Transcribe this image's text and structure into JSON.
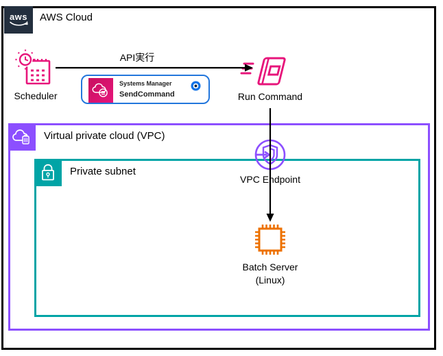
{
  "aws_cloud": {
    "logo_text": "aws",
    "label": "AWS Cloud"
  },
  "vpc": {
    "label": "Virtual private cloud (VPC)"
  },
  "private_subnet": {
    "label": "Private subnet"
  },
  "nodes": {
    "scheduler": {
      "label": "Scheduler"
    },
    "run_command": {
      "label": "Run Command"
    },
    "vpc_endpoint": {
      "label": "VPC Endpoint"
    },
    "batch_server": {
      "line1": "Batch Server",
      "line2": "(Linux)"
    }
  },
  "edges": {
    "api_call": {
      "label": "API実行"
    }
  },
  "ssm_badge": {
    "service": "Systems Manager",
    "action": "SendCommand"
  },
  "colors": {
    "pink": "#E7157B",
    "purple": "#8C4FFF",
    "teal": "#00A4A6",
    "orange": "#ED7100",
    "navy": "#232F3E",
    "callout_blue": "#2276DC",
    "arrow_black": "#000000"
  }
}
